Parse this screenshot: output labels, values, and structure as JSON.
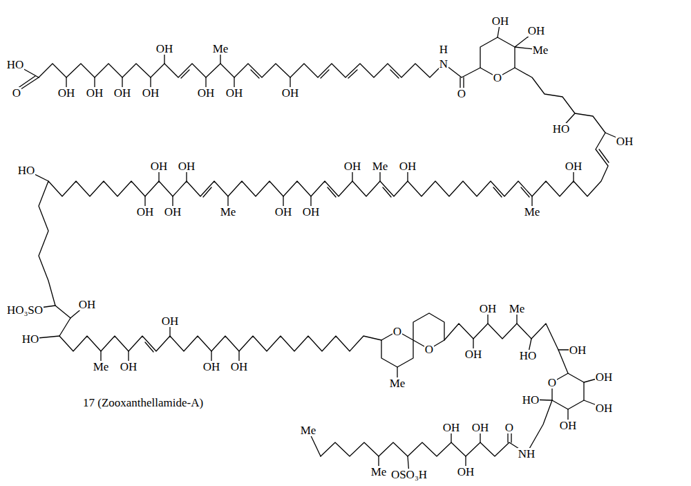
{
  "diagram": {
    "caption": "17 (Zooxanthellamide-A)",
    "labels": [
      "HO",
      "O",
      "OH",
      "OH",
      "OH",
      "OH",
      "OH",
      "OH",
      "Me",
      "OH",
      "OH",
      "H",
      "N",
      "O",
      "O",
      "OH",
      "OH",
      "Me",
      "HO",
      "OH",
      "HO",
      "OH",
      "OH",
      "OH",
      "OH",
      "Me",
      "OH",
      "OH",
      "OH",
      "Me",
      "OH",
      "Me",
      "OH",
      "HO₃SO",
      "OH",
      "HO",
      "Me",
      "OH",
      "OH",
      "OH",
      "OH",
      "O",
      "O",
      "Me",
      "OH",
      "OH",
      "Me",
      "HO",
      "OH",
      "O",
      "HO",
      "OH",
      "OH",
      "OH",
      "Me",
      "Me",
      "OSO₃H",
      "OH",
      "OH",
      "OH",
      "O",
      "NH"
    ]
  }
}
